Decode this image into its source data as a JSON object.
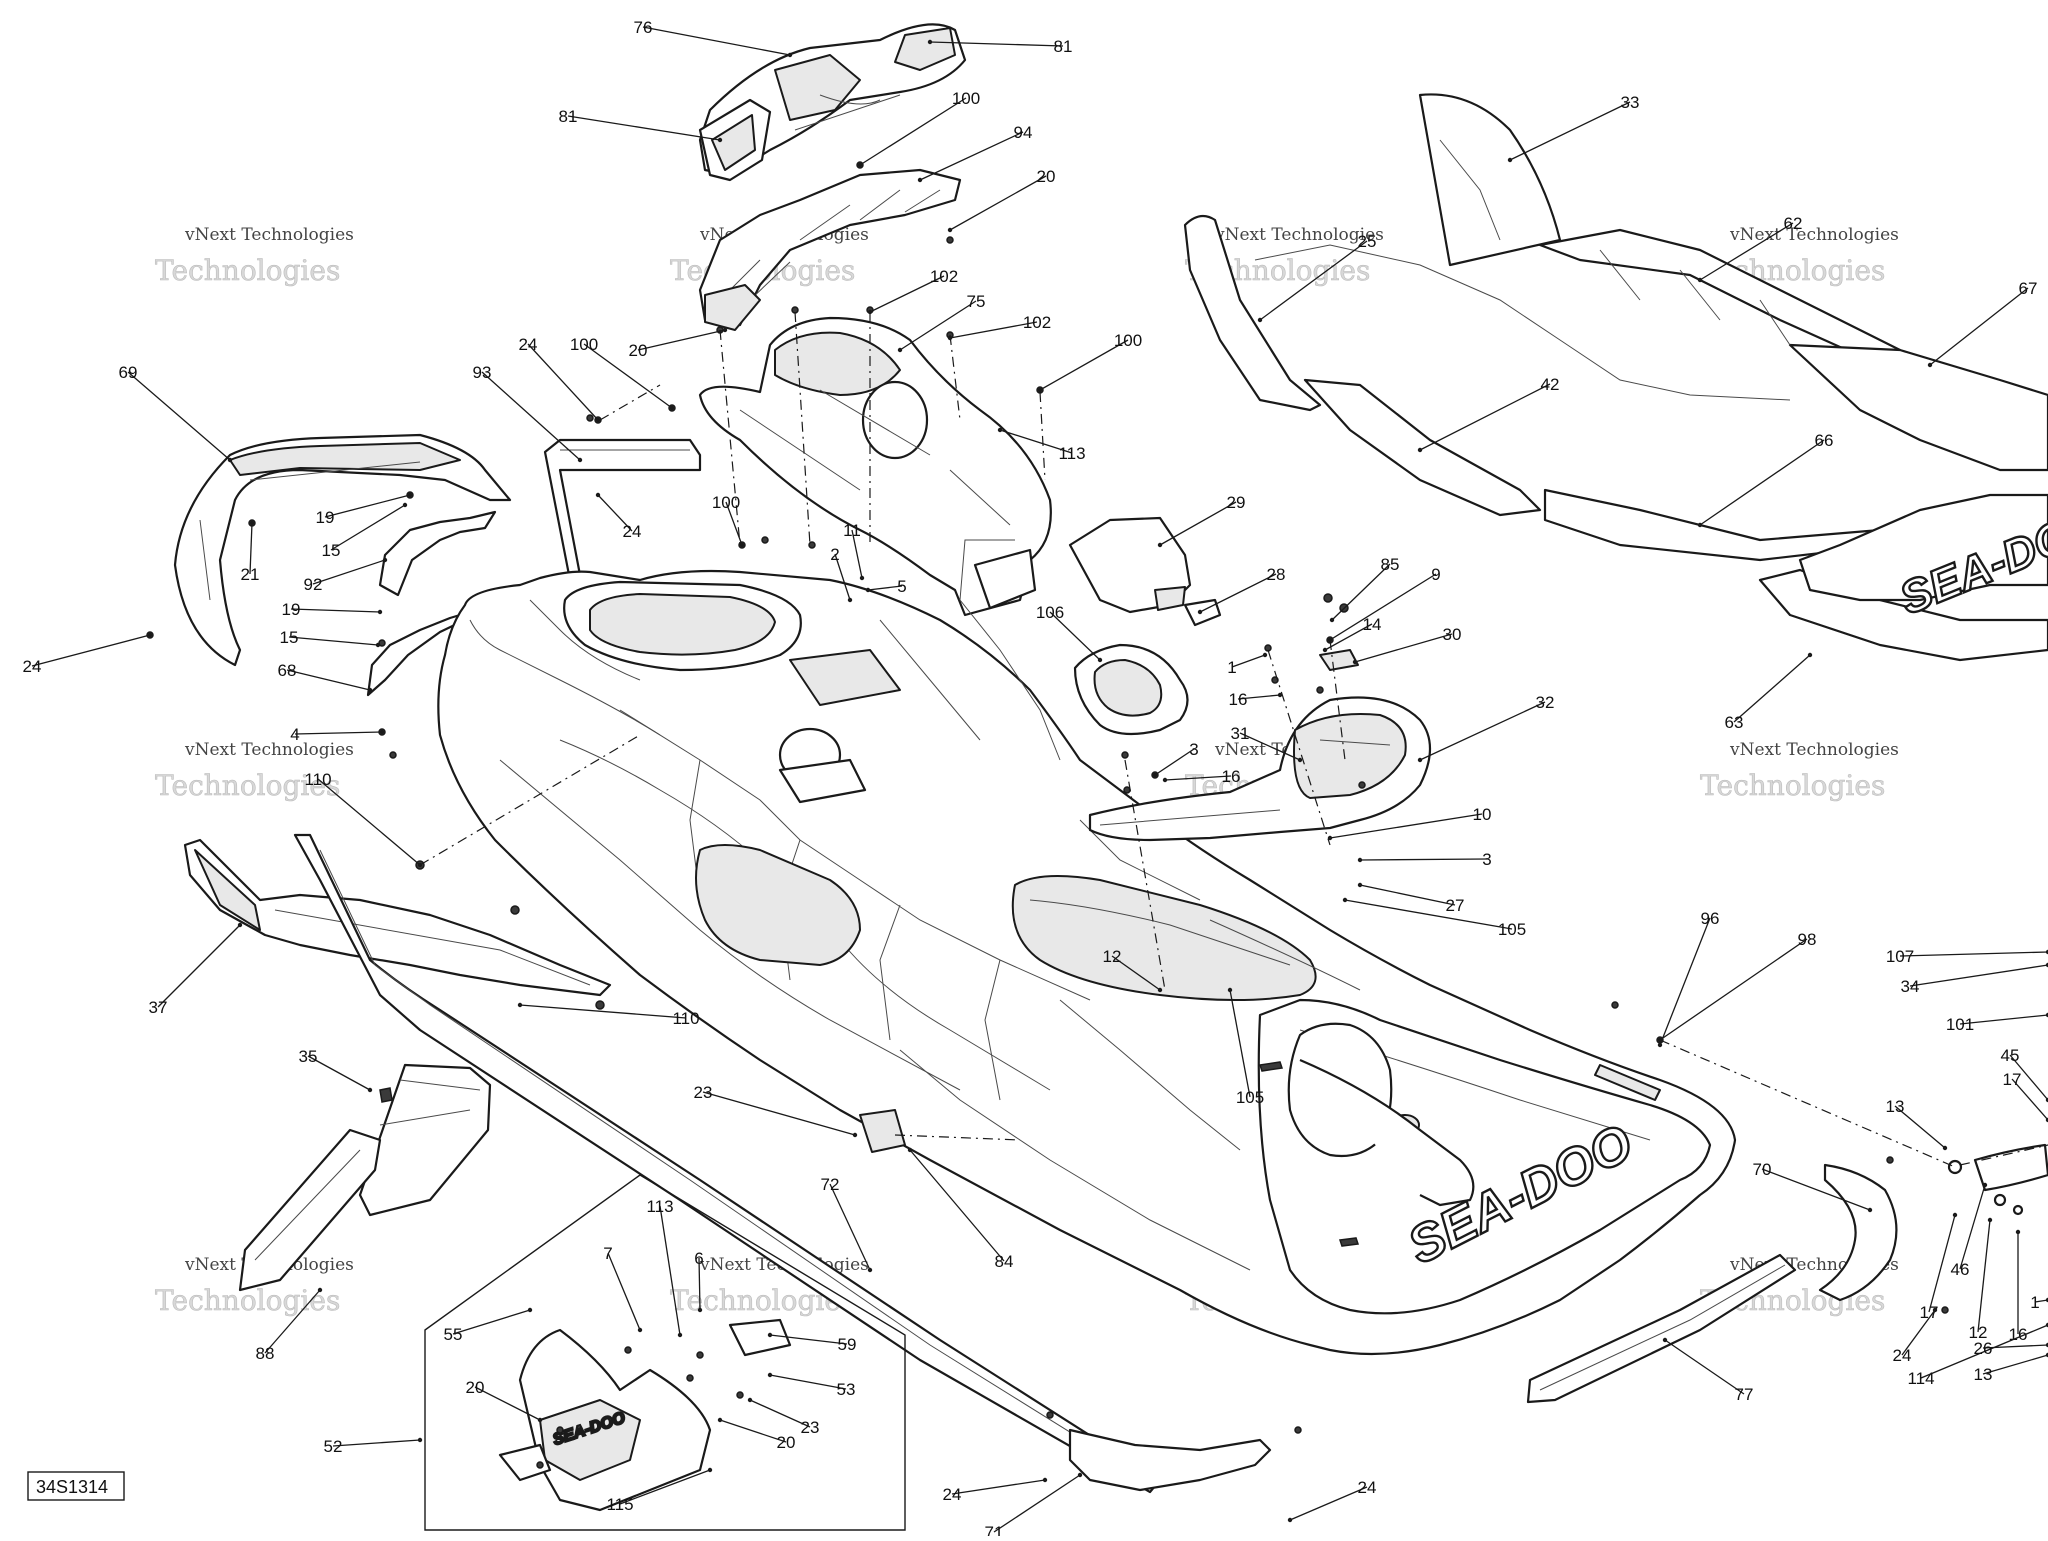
{
  "diagram": {
    "reference_code": "34S1314",
    "watermark": {
      "line1": "vNext Technologies",
      "line2": "Technologies"
    },
    "brand_text": "SEA-DOO",
    "callouts": [
      {
        "label": "76"
      },
      {
        "label": "81"
      },
      {
        "label": "81"
      },
      {
        "label": "100"
      },
      {
        "label": "94"
      },
      {
        "label": "20"
      },
      {
        "label": "102"
      },
      {
        "label": "75"
      },
      {
        "label": "102"
      },
      {
        "label": "20"
      },
      {
        "label": "100"
      },
      {
        "label": "113"
      },
      {
        "label": "24"
      },
      {
        "label": "100"
      },
      {
        "label": "93"
      },
      {
        "label": "24"
      },
      {
        "label": "69"
      },
      {
        "label": "19"
      },
      {
        "label": "15"
      },
      {
        "label": "21"
      },
      {
        "label": "92"
      },
      {
        "label": "19"
      },
      {
        "label": "15"
      },
      {
        "label": "24"
      },
      {
        "label": "68"
      },
      {
        "label": "100"
      },
      {
        "label": "11"
      },
      {
        "label": "2"
      },
      {
        "label": "5"
      },
      {
        "label": "4"
      },
      {
        "label": "110"
      },
      {
        "label": "37"
      },
      {
        "label": "110"
      },
      {
        "label": "33"
      },
      {
        "label": "25"
      },
      {
        "label": "62"
      },
      {
        "label": "67"
      },
      {
        "label": "42"
      },
      {
        "label": "66"
      },
      {
        "label": "63"
      },
      {
        "label": "29"
      },
      {
        "label": "28"
      },
      {
        "label": "106"
      },
      {
        "label": "85"
      },
      {
        "label": "9"
      },
      {
        "label": "14"
      },
      {
        "label": "30"
      },
      {
        "label": "1"
      },
      {
        "label": "16"
      },
      {
        "label": "32"
      },
      {
        "label": "31"
      },
      {
        "label": "3"
      },
      {
        "label": "16"
      },
      {
        "label": "10"
      },
      {
        "label": "3"
      },
      {
        "label": "27"
      },
      {
        "label": "105"
      },
      {
        "label": "12"
      },
      {
        "label": "105"
      },
      {
        "label": "96"
      },
      {
        "label": "98"
      },
      {
        "label": "107"
      },
      {
        "label": "34"
      },
      {
        "label": "101"
      },
      {
        "label": "45"
      },
      {
        "label": "17"
      },
      {
        "label": "13"
      },
      {
        "label": "46"
      },
      {
        "label": "17"
      },
      {
        "label": "12"
      },
      {
        "label": "16"
      },
      {
        "label": "1"
      },
      {
        "label": "114"
      },
      {
        "label": "26"
      },
      {
        "label": "13"
      },
      {
        "label": "24"
      },
      {
        "label": "70"
      },
      {
        "label": "77"
      },
      {
        "label": "23"
      },
      {
        "label": "84"
      },
      {
        "label": "72"
      },
      {
        "label": "35"
      },
      {
        "label": "88"
      },
      {
        "label": "7"
      },
      {
        "label": "113"
      },
      {
        "label": "6"
      },
      {
        "label": "55"
      },
      {
        "label": "59"
      },
      {
        "label": "53"
      },
      {
        "label": "23"
      },
      {
        "label": "20"
      },
      {
        "label": "20"
      },
      {
        "label": "52"
      },
      {
        "label": "115"
      },
      {
        "label": "24"
      },
      {
        "label": "71"
      },
      {
        "label": "24"
      }
    ]
  }
}
